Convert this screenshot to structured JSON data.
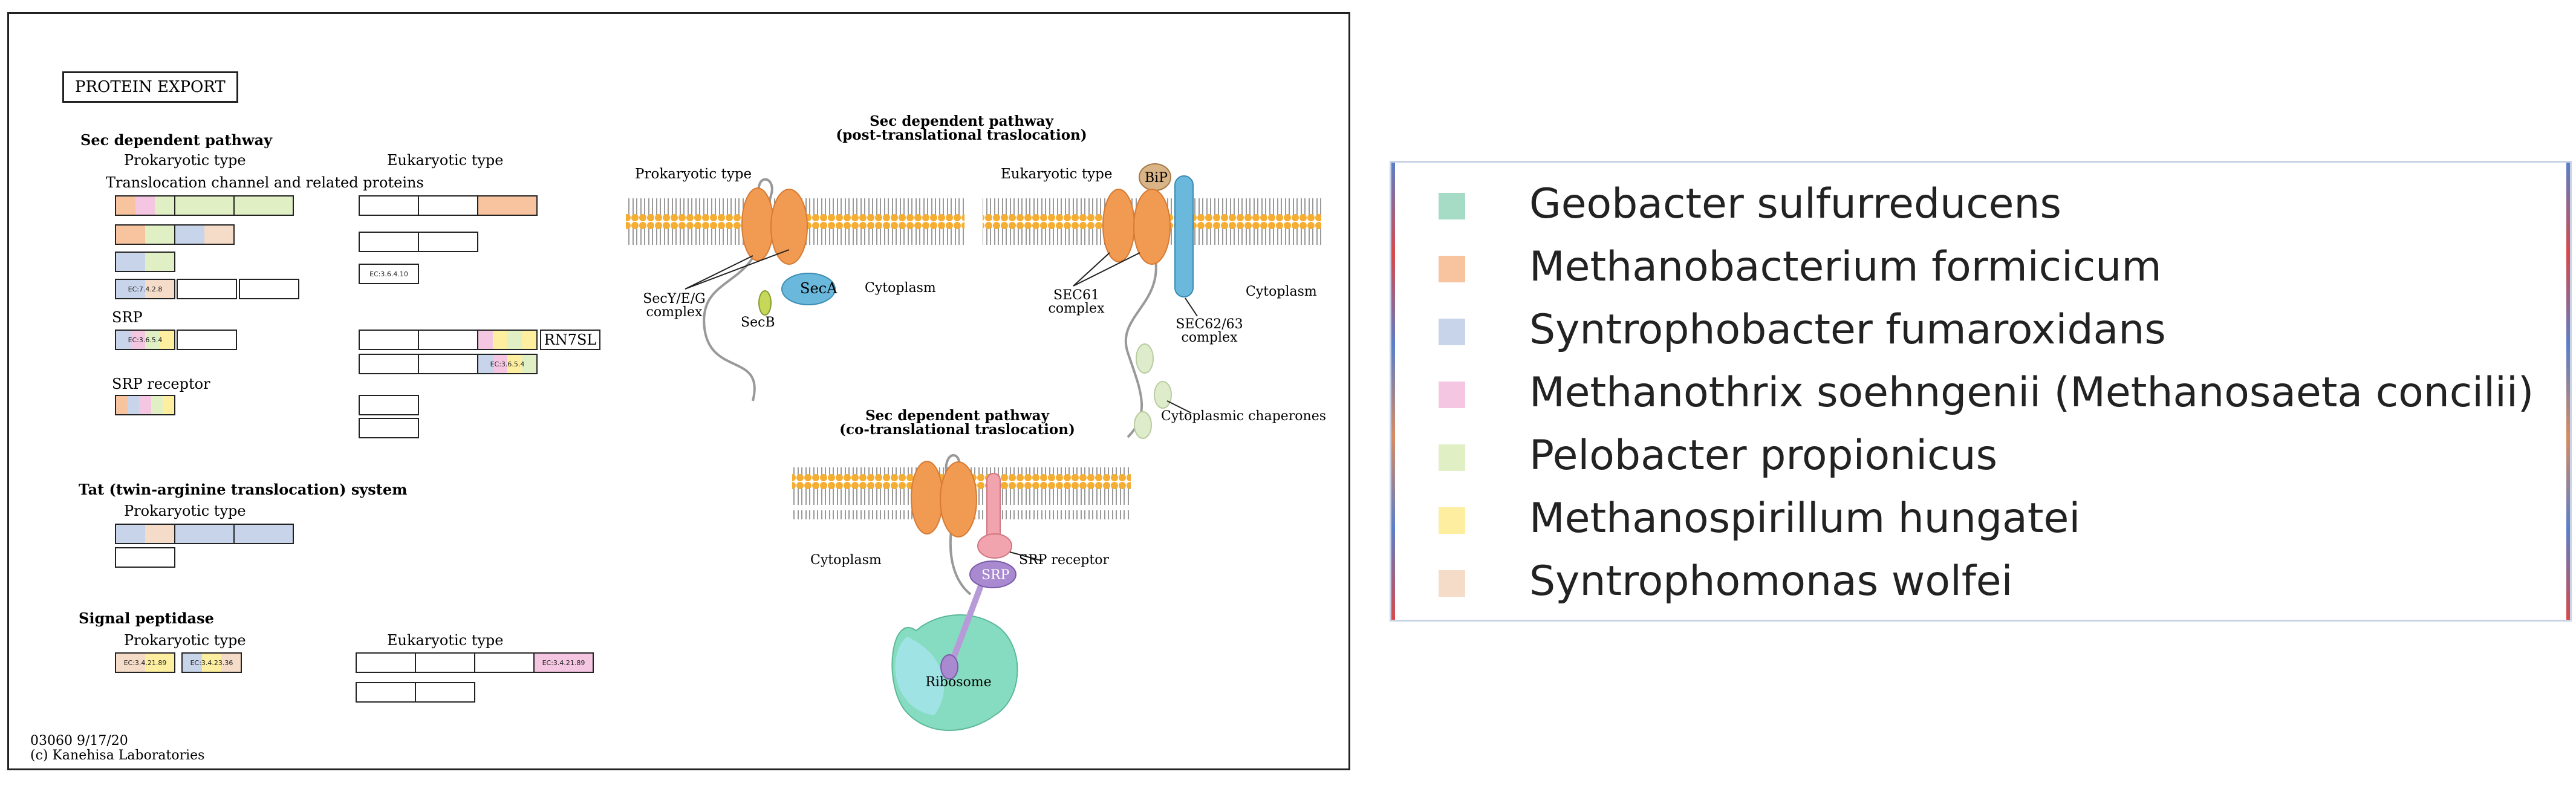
{
  "map": {
    "title": "PROTEIN EXPORT",
    "footer_id": "03060 9/17/20",
    "footer_copyright": "(c) Kanehisa Laboratories",
    "sec_pathway": "Sec dependent pathway",
    "prok_type": "Prokaryotic type",
    "euk_type": "Eukaryotic type",
    "translocation_label": "Translocation channel and related proteins",
    "srp_label": "SRP",
    "srp_receptor_label": "SRP receptor",
    "tat_title": "Tat (twin-arginine translocation) system",
    "tat_prok": "Prokaryotic type",
    "signal_title": "Signal peptidase",
    "signal_prok": "Prokaryotic type",
    "signal_euk": "Eukaryotic type",
    "rn7sl": "RN7SL",
    "ec": {
      "e1": "EC:7.4.2.8",
      "e2": "EC:3.6.5.4",
      "e3": "EC:3.6.4.10",
      "e4": "EC:3.6.5.4",
      "e5": "EC:3.4.21.89",
      "e6": "EC:3.4.23.36",
      "e7": "EC:3.4.21.89"
    },
    "post_title_1": "Sec dependent pathway",
    "post_title_2": "(post-translational traslocation)",
    "co_title_1": "Sec dependent pathway",
    "co_title_2": "(co-translational traslocation)",
    "prok_diagram_label": "Prokaryotic type",
    "euk_diagram_label": "Eukaryotic type",
    "secyeg_1": "SecY/E/G",
    "secyeg_2": "complex",
    "seca": "SecA",
    "secb": "SecB",
    "cytoplasm_1": "Cytoplasm",
    "cytoplasm_2": "Cytoplasm",
    "cytoplasm_3": "Cytoplasm",
    "bip": "BiP",
    "sec61_1": "SEC61",
    "sec61_2": "complex",
    "sec6263_1": "SEC62/63",
    "sec6263_2": "complex",
    "chaperones": "Cytoplasmic chaperones",
    "srp_receptor_diag": "SRP receptor",
    "srp_diag": "SRP",
    "ribosome": "Ribosome"
  },
  "legend": {
    "items": [
      {
        "label": "Geobacter sulfurreducens",
        "color": "#a6dcc6"
      },
      {
        "label": "Methanobacterium formicicum",
        "color": "#f8c4a0"
      },
      {
        "label": "Syntrophobacter fumaroxidans",
        "color": "#c8d4ea"
      },
      {
        "label": "Methanothrix soehngenii (Methanosaeta concilii)",
        "color": "#f4c6e2"
      },
      {
        "label": "Pelobacter propionicus",
        "color": "#e0f0c4"
      },
      {
        "label": "Methanospirillum hungatei",
        "color": "#fdeea0"
      },
      {
        "label": "Syntrophomonas wolfei",
        "color": "#f4dcc8"
      }
    ]
  },
  "colors": {
    "membrane_head": "#f5ad32",
    "membrane_tail": "#9a9a9a",
    "channel": "#f09a52",
    "seca": "#6ab8dc",
    "srp": "#a98ad0",
    "srp_receptor": "#f2a4ae",
    "ribosome": "#86dcc0",
    "bip": "#d9b486"
  }
}
